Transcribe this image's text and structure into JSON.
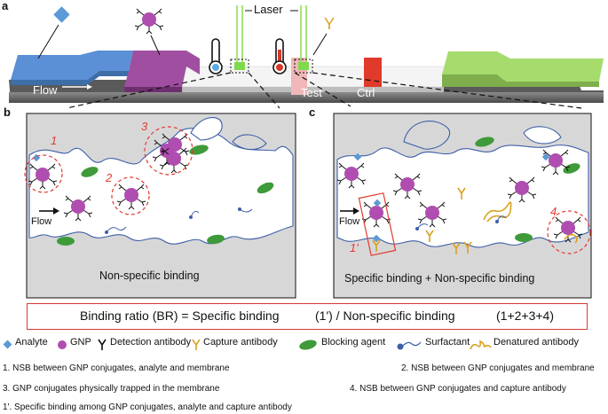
{
  "panels": {
    "a": "a",
    "b": "b",
    "c": "c"
  },
  "strip": {
    "laser_label": "Laser",
    "flow_label": "Flow",
    "test_label": "Test",
    "ctrl_label": "Ctrl",
    "capture_symbol": "Y"
  },
  "panel_b": {
    "caption": "Non-specific binding",
    "flow_label": "Flow",
    "markers": [
      "1",
      "2",
      "3"
    ]
  },
  "panel_c": {
    "caption": "Specific binding  +  Non-specific binding",
    "flow_label": "Flow",
    "markers": [
      "1'",
      "4"
    ]
  },
  "ratio": {
    "left": "Binding ratio (BR) = Specific binding",
    "mid": "(1') / Non-specific binding",
    "right": "(1+2+3+4)"
  },
  "legend": [
    {
      "name": "Analyte",
      "icon": "diamond-icon"
    },
    {
      "name": "GNP",
      "icon": "gnp-icon"
    },
    {
      "name": "Detection antibody",
      "icon": "detection-antibody-icon"
    },
    {
      "name": "Capture antibody",
      "icon": "capture-antibody-icon"
    },
    {
      "name": "Blocking agent",
      "icon": "blocking-agent-icon"
    },
    {
      "name": "Surfactant",
      "icon": "surfactant-icon"
    },
    {
      "name": "Denatured antibody",
      "icon": "denatured-antibody-icon"
    }
  ],
  "notes": {
    "n1": "1. NSB between GNP conjugates, analyte and membrane",
    "n2": "2. NSB between GNP conjugates and membrane",
    "n3": "3. GNP conjugates physically trapped in the membrane",
    "n4": "4. NSB between GNP conjugates and capture antibody",
    "n1p": "1'. Specific binding among GNP conjugates, analyte and capture antibody"
  },
  "colors": {
    "sample_pad": "#5b8fd6",
    "conjugate_pad": "#a04fa0",
    "absorbent_pad": "#a6dc6e",
    "test_line": "#f0b7b9",
    "ctrl_line": "#e03a2a",
    "gnp": "#b04db0",
    "blocking": "#3f9a3a",
    "capture": "#d9a21f",
    "analyte": "#5b9ad6",
    "annotation_red": "#e23a2e"
  }
}
